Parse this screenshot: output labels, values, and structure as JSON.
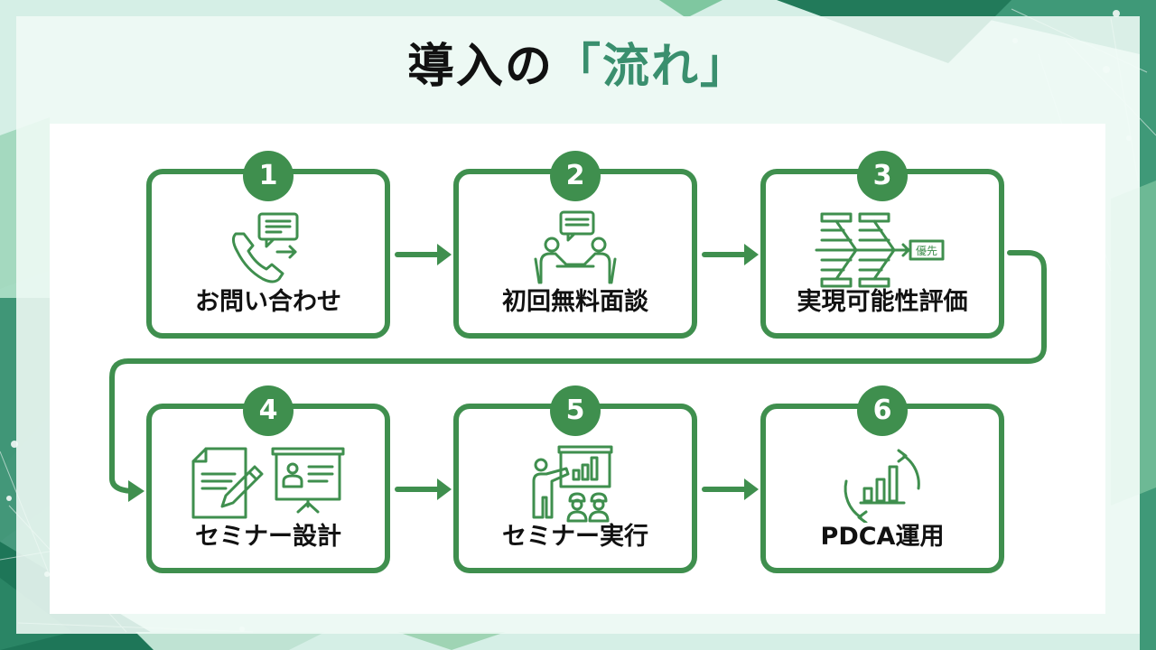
{
  "title": {
    "main": "導入の",
    "accent": "「流れ」"
  },
  "colors": {
    "primary_green": "#3f8f4e",
    "title_accent": "#3a8f6e",
    "text": "#111111"
  },
  "steps": [
    {
      "number": "1",
      "label": "お問い合わせ",
      "icon": "phone-chat-icon"
    },
    {
      "number": "2",
      "label": "初回無料面談",
      "icon": "meeting-icon"
    },
    {
      "number": "3",
      "label": "実現可能性評価",
      "icon": "fishbone-diagram-icon",
      "icon_text": "優先"
    },
    {
      "number": "4",
      "label": "セミナー設計",
      "icon": "document-presentation-icon"
    },
    {
      "number": "5",
      "label": "セミナー実行",
      "icon": "presenter-audience-icon"
    },
    {
      "number": "6",
      "label": "PDCA運用",
      "icon": "cycle-chart-icon"
    }
  ]
}
